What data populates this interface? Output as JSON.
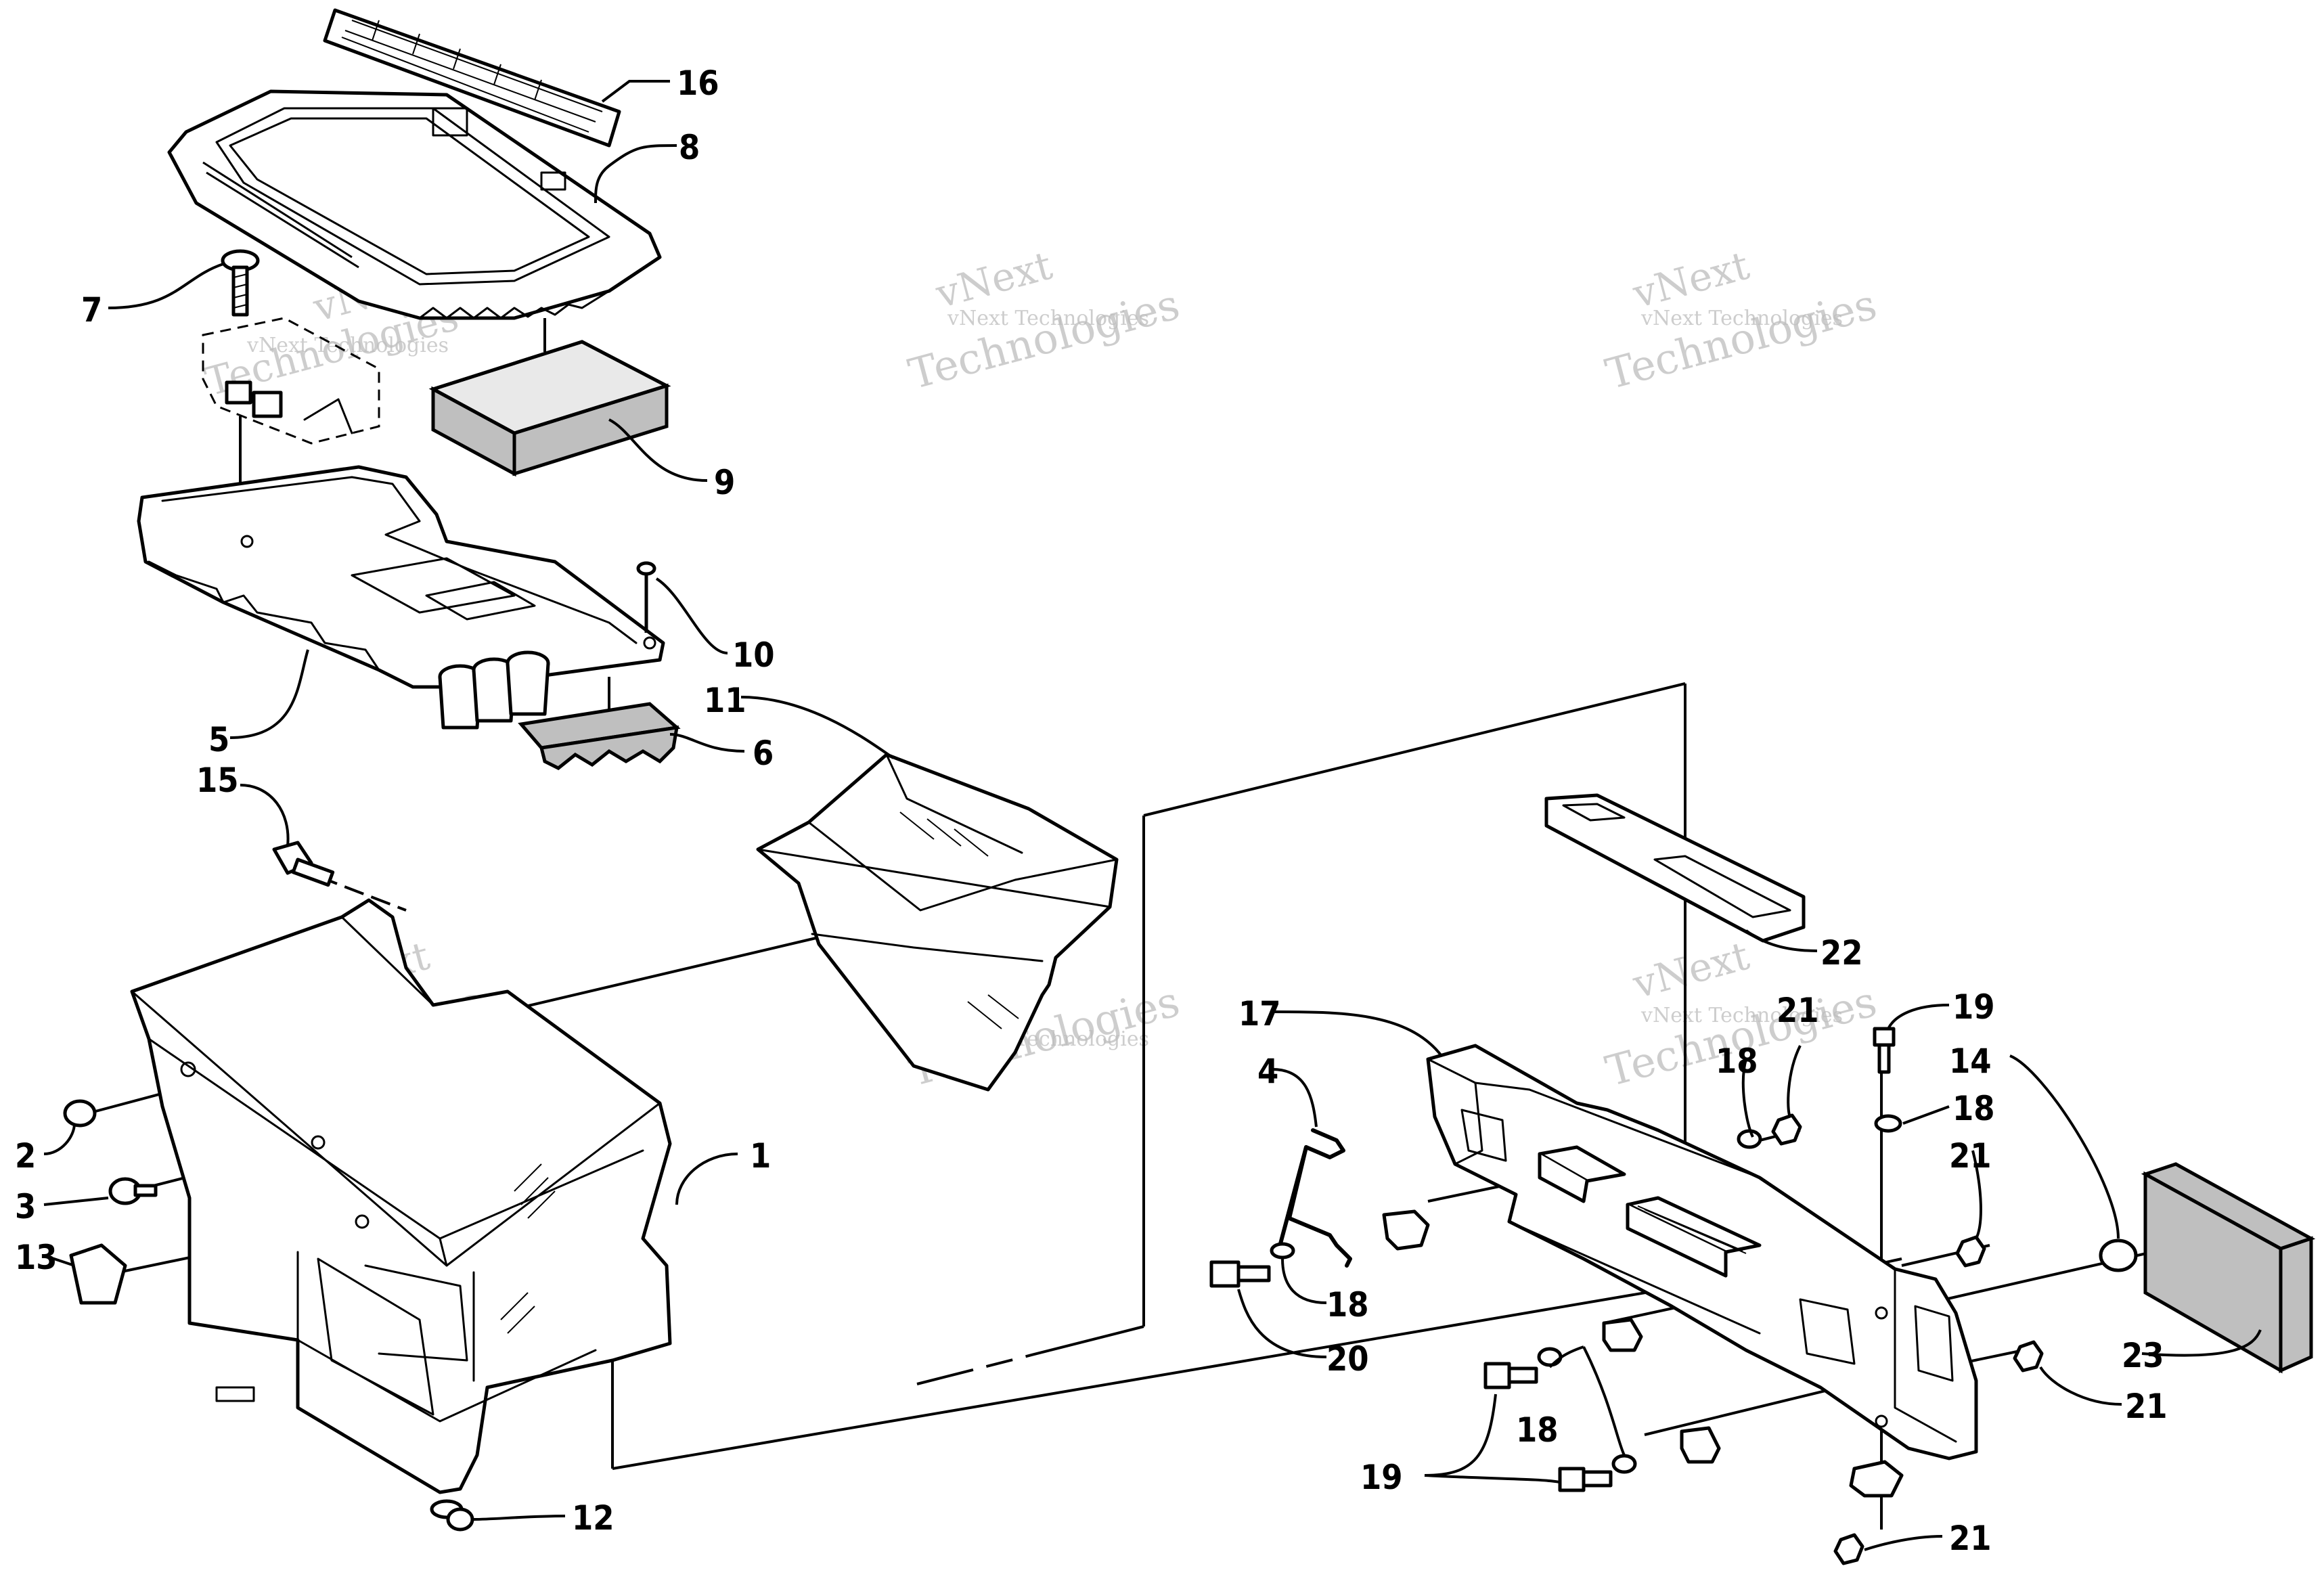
{
  "callouts": [
    "16",
    "8",
    "7",
    "9",
    "10",
    "5",
    "6",
    "11",
    "15",
    "1",
    "2",
    "3",
    "13",
    "12",
    "17",
    "4",
    "22",
    "21",
    "18",
    "19",
    "14",
    "20",
    "23"
  ],
  "watermarks": [
    "vNext Technologies",
    "vNext",
    "Technologies"
  ]
}
